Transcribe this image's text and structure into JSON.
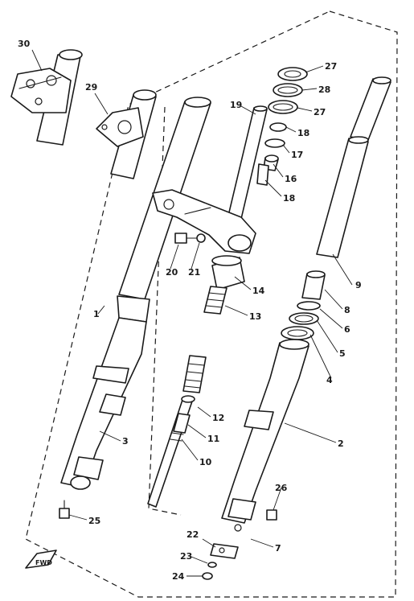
{
  "diagram": {
    "callouts": {
      "c1": "1",
      "c2": "2",
      "c3": "3",
      "c4": "4",
      "c5": "5",
      "c6": "6",
      "c7": "7",
      "c8": "8",
      "c9": "9",
      "c10": "10",
      "c11": "11",
      "c12": "12",
      "c13": "13",
      "c14": "14",
      "c16": "16",
      "c17": "17",
      "c18a": "18",
      "c18b": "18",
      "c19": "19",
      "c20": "20",
      "c21": "21",
      "c22": "22",
      "c23": "23",
      "c24": "24",
      "c25": "25",
      "c26": "26",
      "c27a": "27",
      "c27b": "27",
      "c28": "28",
      "c29": "29",
      "c30": "30"
    },
    "front_marker": "FWD"
  }
}
